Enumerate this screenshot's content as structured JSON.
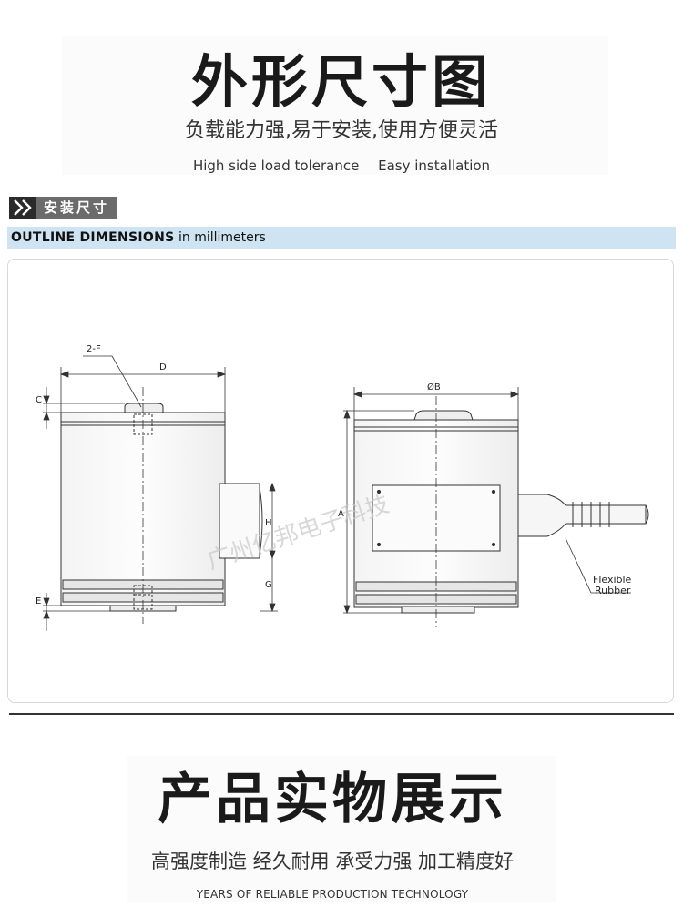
{
  "header": {
    "title": "外形尺寸图",
    "subtitle": "负载能力强,易于安装,使用方便灵活",
    "features": [
      "High side load tolerance",
      "Easy installation"
    ]
  },
  "section_tag": {
    "label": "安装尺寸"
  },
  "outline_band": {
    "title": "OUTLINE DIMENSIONS",
    "unit": "in millimeters"
  },
  "drawing": {
    "labels": {
      "f": "2-F",
      "d": "D",
      "c": "C",
      "e": "E",
      "h": "H",
      "g": "G",
      "b": "ØB",
      "a": "A",
      "cable": [
        "Flexible",
        "Rubber"
      ]
    },
    "watermark": "广州亿邦电子科技"
  },
  "footer": {
    "title": "产品实物展示",
    "subtitle": "高强度制造 经久耐用 承受力强 加工精度好",
    "tagline": "YEARS OF RELIABLE PRODUCTION TECHNOLOGY"
  },
  "colors": {
    "band": "#cfe4f2",
    "tag_dark": "#2b2b2b",
    "tag_gray": "#6b6b6b"
  }
}
